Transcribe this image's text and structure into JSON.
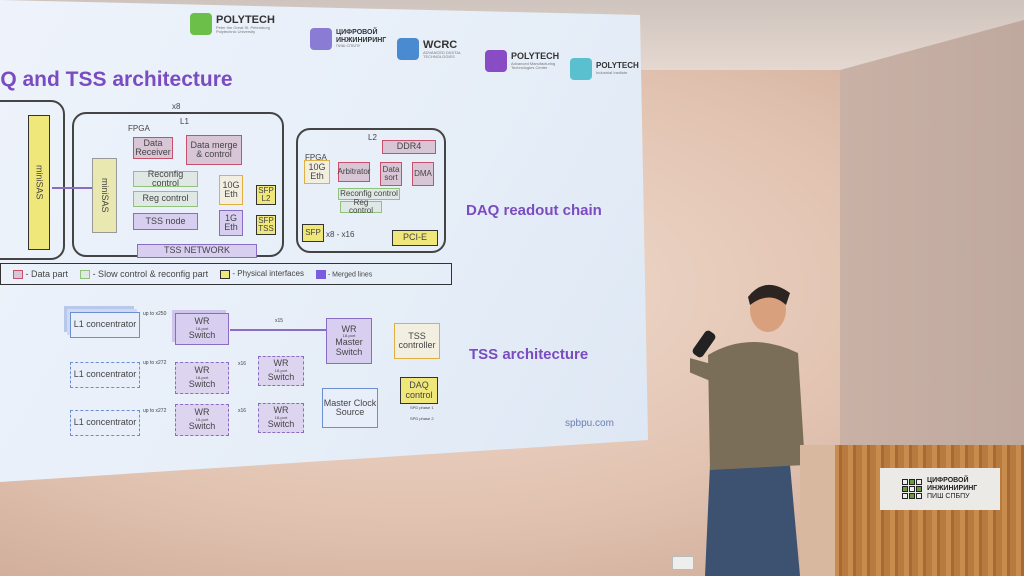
{
  "slide": {
    "title": "DAQ and TSS architecture",
    "logos": [
      {
        "name": "POLYTECH",
        "sub": "Peter the Great St. Petersburg Polytechnic University",
        "color": "#6cc04a"
      },
      {
        "name": "ЦИФРОВОЙ ИНЖИНИРИНГ",
        "sub": "ПИШ СПБПУ",
        "color": "#7a6cc4"
      },
      {
        "name": "WCRC",
        "sub": "ADVANCED DIGITAL TECHNOLOGIES",
        "color": "#4a8ad1"
      },
      {
        "name": "POLYTECH",
        "sub": "Advanced Manufacturing Technologies Center",
        "color": "#8a4cc4"
      },
      {
        "name": "POLYTECH",
        "sub": "Industrial Institute",
        "color": "#5ac0d0"
      }
    ],
    "daq": {
      "heading": "DAQ readout chain",
      "x8": "x8",
      "l1": "L1",
      "fpga": "FPGA",
      "l2": "L2",
      "fpga2": "FPGA",
      "minisas": "miniSAS",
      "data_receiver": "Data Receiver",
      "data_merge": "Data merge & control",
      "reconfig": "Reconfig control",
      "reg": "Reg control",
      "tss_node": "TSS node",
      "eth10": "10G Eth",
      "eth1": "1G Eth",
      "sfp_l2": "SFP L2",
      "sfp_tss": "SFP TSS",
      "tss_network": "TSS NETWORK",
      "sfp": "SFP",
      "sfp_mult": "x8 - x16",
      "ddr4": "DDR4",
      "l2_eth": "10G Eth",
      "arbitrator": "Arbitrator",
      "data_sort": "Data sort",
      "dma": "DMA",
      "l2_reconfig": "Reconfig control",
      "l2_reg": "Reg control",
      "pcie": "PCI-E",
      "legend": [
        "- Data part",
        "- Slow control & reconfig part",
        "- Physical interfaces",
        "- Merged lines"
      ]
    },
    "tss": {
      "heading": "TSS architecture",
      "l1c": "L1 concentrator",
      "wr": "WR",
      "ports": "18-port",
      "switch": "Switch",
      "up1": "up to x250",
      "up2": "up to x272",
      "up3": "up to x272",
      "x15": "x15",
      "x16a": "x16",
      "x16b": "x16",
      "master": "Master Switch",
      "tss_controller": "TSS controller",
      "daq_control": "DAQ control",
      "clock": "Master Clock Source",
      "phase1": "SPD phase 1",
      "phase2": "SPD phase 2"
    },
    "footer": "spbpu.com"
  },
  "podium": {
    "line1": "ЦИФРОВОЙ",
    "line2": "ИНЖИНИРИНГ",
    "line3": "ПИШ СПБПУ"
  }
}
